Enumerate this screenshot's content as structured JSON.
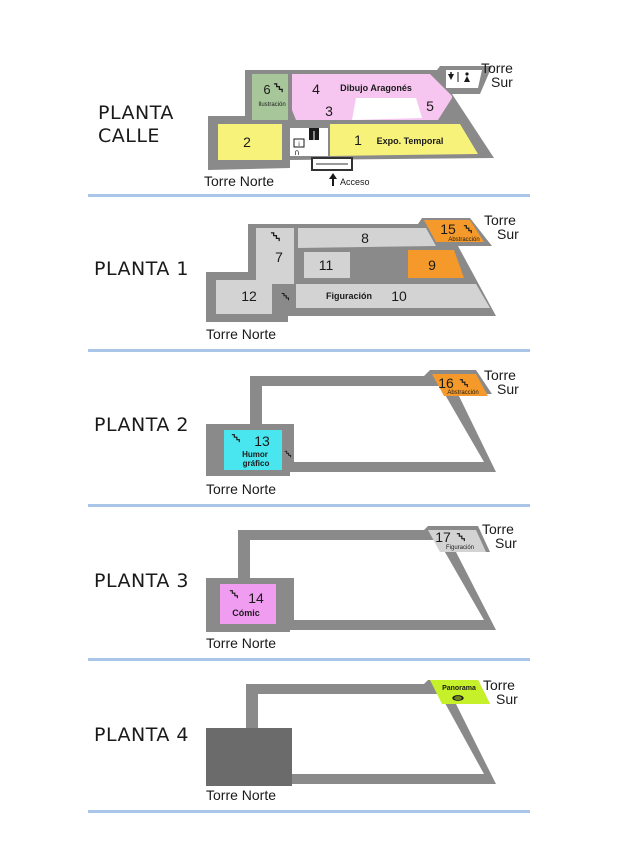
{
  "floors": [
    {
      "title_line1": "PLANTA",
      "title_line2": "CALLE",
      "tower_north": "Torre Norte",
      "tower_south_1": "Torre",
      "tower_south_2": "Sur"
    },
    {
      "title": "PLANTA  1",
      "tower_north": "Torre Norte",
      "tower_south_1": "Torre",
      "tower_south_2": "Sur"
    },
    {
      "title": "PLANTA  2",
      "tower_north": "Torre Norte",
      "tower_south_1": "Torre",
      "tower_south_2": "Sur"
    },
    {
      "title": "PLANTA  3",
      "tower_north": "Torre Norte",
      "tower_south_1": "Torre",
      "tower_south_2": "Sur"
    },
    {
      "title": "PLANTA  4",
      "tower_north": "Torre Norte",
      "tower_south_1": "Torre",
      "tower_south_2": "Sur"
    }
  ],
  "rooms": {
    "r1": {
      "num": "1",
      "name": "Expo. Temporal",
      "color": "#f6f27a"
    },
    "r2": {
      "num": "2",
      "color": "#f6f27a"
    },
    "r3": {
      "num": "3",
      "color": "#f7c6f0"
    },
    "r4": {
      "num": "4",
      "name": "Dibujo Aragonés",
      "color": "#f7c6f0"
    },
    "r5": {
      "num": "5",
      "color": "#f7c6f0"
    },
    "r6": {
      "num": "6",
      "name": "Ilustración",
      "color": "#a7c79a"
    },
    "r7": {
      "num": "7",
      "color": "#d3d3d3"
    },
    "r8": {
      "num": "8",
      "color": "#d3d3d3"
    },
    "r9": {
      "num": "9",
      "color": "#f59a2a"
    },
    "r10": {
      "num": "10",
      "name": "Figuración",
      "color": "#d3d3d3"
    },
    "r11": {
      "num": "11",
      "color": "#d3d3d3"
    },
    "r12": {
      "num": "12",
      "color": "#d3d3d3"
    },
    "r13": {
      "num": "13",
      "name_line1": "Humor",
      "name_line2": "gráfico",
      "color": "#49e6f0"
    },
    "r14": {
      "num": "14",
      "name": "Cómic",
      "color": "#f09cf0"
    },
    "r15": {
      "num": "15",
      "name": "Abstracción",
      "color": "#f59a2a"
    },
    "r16": {
      "num": "16",
      "name": "Abstracción",
      "color": "#f59a2a"
    },
    "r17": {
      "num": "17",
      "name": "Figuración",
      "color": "#d3d3d3"
    },
    "panorama": {
      "name": "Panorama",
      "color": "#c6f02a"
    }
  },
  "access_label": "Acceso",
  "colors": {
    "wall": "#7f7f7f",
    "divider": "#a9c6e9",
    "dark": "#6b6b6b"
  },
  "icons": [
    "stairs-icon",
    "elevator-icon",
    "gift-shop-icon",
    "info-icon",
    "audioguide-icon",
    "access-arrow-icon",
    "binoculars-icon"
  ]
}
